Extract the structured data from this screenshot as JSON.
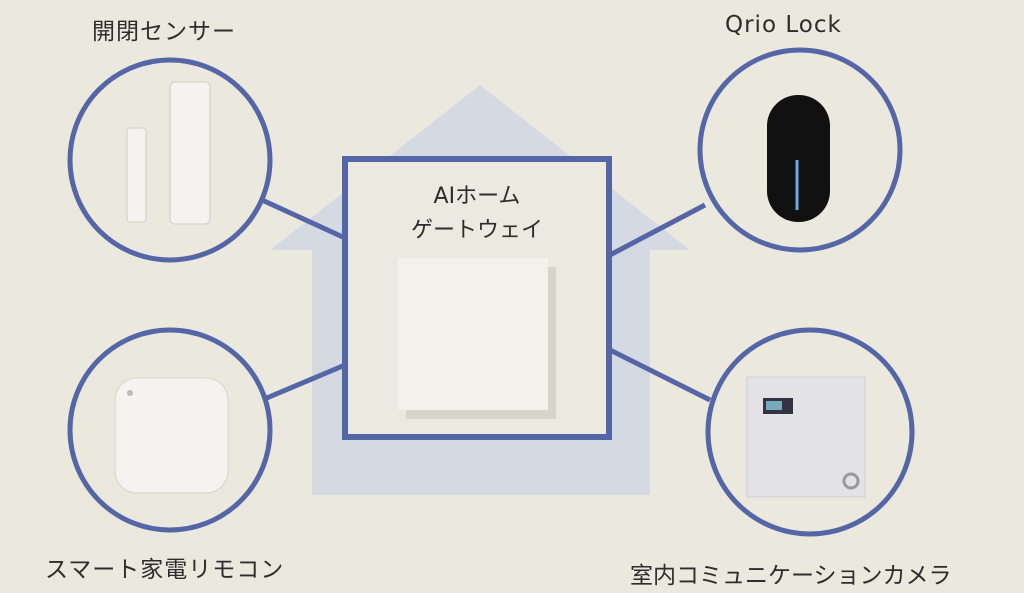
{
  "diagram": {
    "center": {
      "line1": "AIホーム",
      "line2": "ゲートウェイ"
    },
    "devices": [
      {
        "label": "開閉センサー",
        "icon": "door-sensor-icon"
      },
      {
        "label": "Qrio Lock",
        "icon": "smart-lock-icon"
      },
      {
        "label": "スマート家電リモコン",
        "icon": "remote-icon"
      },
      {
        "label": "室内コミュニケーションカメラ",
        "icon": "camera-icon"
      }
    ]
  },
  "colors": {
    "background": "#ebe8de",
    "accent": "#5566a6",
    "house": "#d5d9e2"
  }
}
